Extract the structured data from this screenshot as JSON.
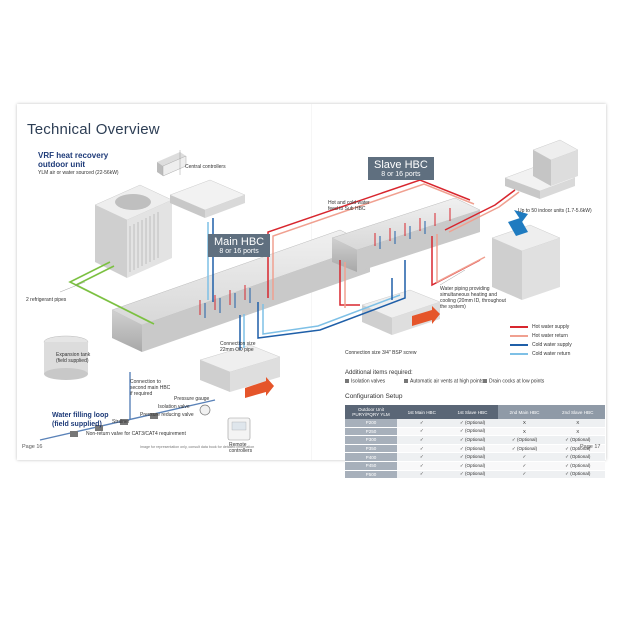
{
  "page": {
    "title": "Technical Overview",
    "page_left": "Page 16",
    "page_right": "Page 17",
    "disclaimer": "Image for representation only, consult data book for detailed information"
  },
  "labels": {
    "outdoor_title_1": "VRF heat recovery",
    "outdoor_title_2": "outdoor unit",
    "outdoor_sub": "YLM air or water sourced (22-56kW)",
    "central_controllers": "Central controllers",
    "main_hbc": "Main HBC",
    "main_hbc_ports": "8 or 16 ports",
    "slave_hbc": "Slave HBC",
    "slave_hbc_ports": "8 or 16 ports",
    "feed_sub_1": "Hot and cold water",
    "feed_sub_2": "feed to Sub HBC",
    "indoor_units": "Up to 50 indoor units (1.7-5.6kW)",
    "refrigerant_pipes": "2 refrigerant pipes",
    "expansion_tank_1": "Expansion tank",
    "expansion_tank_2": "(field supplied)",
    "connection_main_1": "Connection to",
    "connection_main_2": "second main HBC",
    "connection_main_3": "if required",
    "connection_22mm_1": "Connection size",
    "connection_22mm_2": "22mm OD pipe",
    "water_piping_1": "Water piping providing",
    "water_piping_2": "simultaneous heating and",
    "water_piping_3": "cooling (20mm ID, throughout",
    "water_piping_4": "the system)",
    "connection_bsp": "Connection size 3/4\" BSP screw",
    "water_filling_1": "Water filling loop",
    "water_filling_2": "(field supplied)",
    "pressure_gauge": "Pressure gauge",
    "isolation_valve": "Isolation valve",
    "pressure_reducing": "Pressure reducing valve",
    "strainer": "Strainer",
    "non_return": "Non-return valve for CAT3/CAT4 requirement",
    "remote_1": "Remote",
    "remote_2": "controllers"
  },
  "legend": [
    {
      "label": "Hot water supply",
      "color": "#d8262e"
    },
    {
      "label": "Hot water return",
      "color": "#f0a090"
    },
    {
      "label": "Cold water supply",
      "color": "#1f5fa8"
    },
    {
      "label": "Cold water return",
      "color": "#7ec0e6"
    }
  ],
  "additional": {
    "heading": "Additional items required:",
    "items": [
      "Isolation valves",
      "Automatic air vents at high points",
      "Drain cocks at low points"
    ]
  },
  "config": {
    "heading": "Configuration Setup",
    "headers": [
      "Outdoor Unit PURY/PQRY YLM",
      "1st Main HBC",
      "1st Slave HBC",
      "2nd Main HBC",
      "2nd Slave HBC"
    ],
    "rows": [
      [
        "P200",
        "✓",
        "✓ (Optional)",
        "X",
        "X"
      ],
      [
        "P250",
        "✓",
        "✓ (Optional)",
        "X",
        "X"
      ],
      [
        "P300",
        "✓",
        "✓ (Optional)",
        "✓ (Optional)",
        "✓ (Optional)"
      ],
      [
        "P350",
        "✓",
        "✓ (Optional)",
        "✓ (Optional)",
        "✓ (Optional)"
      ],
      [
        "P400",
        "✓",
        "✓ (Optional)",
        "✓",
        "✓ (Optional)"
      ],
      [
        "P450",
        "✓",
        "✓ (Optional)",
        "✓",
        "✓ (Optional)"
      ],
      [
        "P500",
        "✓",
        "✓ (Optional)",
        "✓",
        "✓ (Optional)"
      ]
    ]
  },
  "colors": {
    "hot_supply": "#d8262e",
    "hot_return": "#f0a090",
    "cold_supply": "#1f5fa8",
    "cold_return": "#7ec0e6",
    "refrigerant": "#7cc142",
    "hbc_label_bg": "#5f6f7f",
    "title_color": "#2d3e55"
  }
}
